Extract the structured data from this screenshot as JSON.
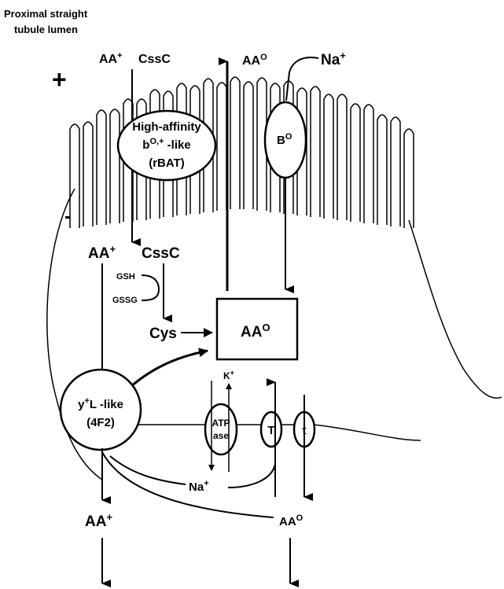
{
  "caption": {
    "line1": "Proximal straight",
    "line2": "tubule lumen"
  },
  "charges": {
    "plus": "+",
    "minus": "-"
  },
  "lumen_labels": {
    "aa_plus": "AA",
    "aa_plus_sup": "+",
    "cssc": "CssC",
    "aa_zero": "AA",
    "aa_zero_sup": "O",
    "na": "Na",
    "na_sup": "+"
  },
  "transporters": {
    "rbat": {
      "line1": "High-affinity",
      "line2_main": "b",
      "line2_sup": "O,+",
      "line2_rest": " -like",
      "line3": "(rBAT)"
    },
    "b0": {
      "main": "B",
      "sup": "O"
    },
    "y4f2": {
      "line1_main": "y",
      "line1_sup": "+",
      "line1_rest": "L -like",
      "line2": "(4F2)"
    },
    "atpase": {
      "line1": "ATP",
      "line2": "ase"
    },
    "T": "T",
    "t": "t"
  },
  "cell_labels": {
    "aa_plus": "AA",
    "aa_plus_sup": "+",
    "cssc": "CssC",
    "gsh": "GSH",
    "gssg": "GSSG",
    "cys": "Cys",
    "pool_main": "AA",
    "pool_sup": "O",
    "k": "K",
    "k_sup": "+",
    "na": "Na",
    "na_sup": "+"
  },
  "blood_labels": {
    "aa_plus": "AA",
    "aa_plus_sup": "+",
    "aa_zero": "AA",
    "aa_zero_sup": "O"
  }
}
